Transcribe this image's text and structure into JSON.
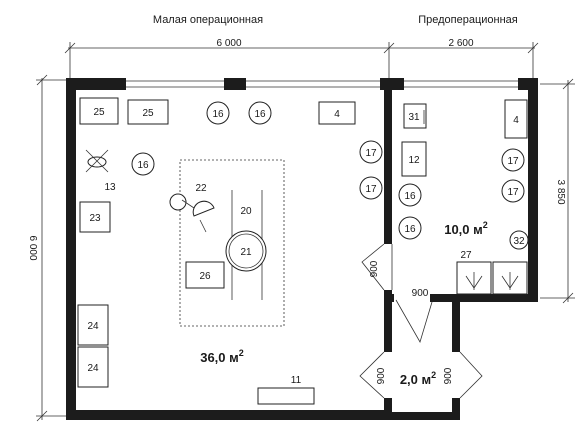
{
  "titles": {
    "small_or": "Малая операционная",
    "preop": "Предоперационная"
  },
  "dimensions": {
    "top_main": "6 000",
    "top_preop": "2 600",
    "left": "6 000",
    "right": "3 850",
    "door_main_preop": "900",
    "door_preop_bottom": "900",
    "door_lobby_left": "900",
    "door_lobby_right": "900"
  },
  "areas": {
    "main": "36,0 м",
    "main_sup": "2",
    "preop": "10,0 м",
    "preop_sup": "2",
    "lobby": "2,0 м",
    "lobby_sup": "2"
  },
  "equipment": {
    "e25a": "25",
    "e25b": "25",
    "e16a": "16",
    "e16b": "16",
    "e4a": "4",
    "e13": "13",
    "e16c": "16",
    "e22": "22",
    "e20": "20",
    "e21": "21",
    "e26": "26",
    "e23": "23",
    "e24a": "24",
    "e24b": "24",
    "e11": "11",
    "e17a": "17",
    "e17b": "17",
    "e31": "31",
    "e12": "12",
    "e16d": "16",
    "e16e": "16",
    "e4b": "4",
    "e17c": "17",
    "e17d": "17",
    "e32": "32",
    "e27": "27"
  }
}
